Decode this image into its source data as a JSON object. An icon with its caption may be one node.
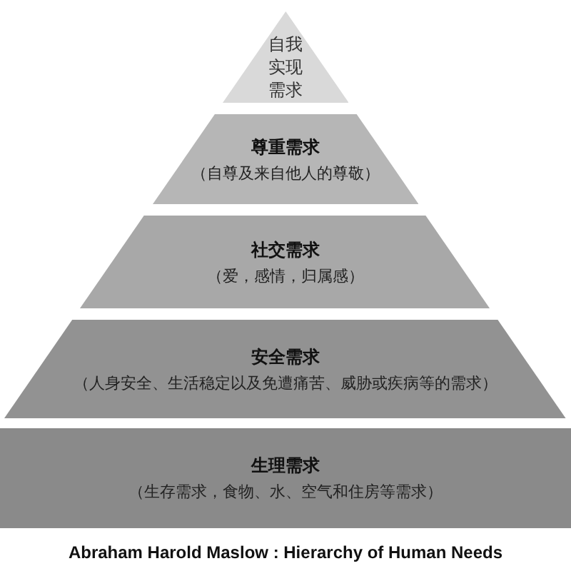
{
  "diagram": {
    "caption": "Abraham Harold Maslow : Hierarchy of Human Needs",
    "nodes": [
      {
        "text": [
          "自我实现需求"
        ]
      },
      {
        "text": [
          "尊重需求",
          "（自尊及来自他人的尊敬）"
        ]
      },
      {
        "text": [
          "社交需求",
          "（爱，感情，归属感）"
        ]
      },
      {
        "text": [
          "安全需求",
          "（人身安全、生活稳定以及免遭痛苦、威胁或疾病等的需求）"
        ]
      },
      {
        "text": [
          "生理需求",
          "（生存需求，食物、水、空气和住房等需求）"
        ]
      }
    ]
  }
}
